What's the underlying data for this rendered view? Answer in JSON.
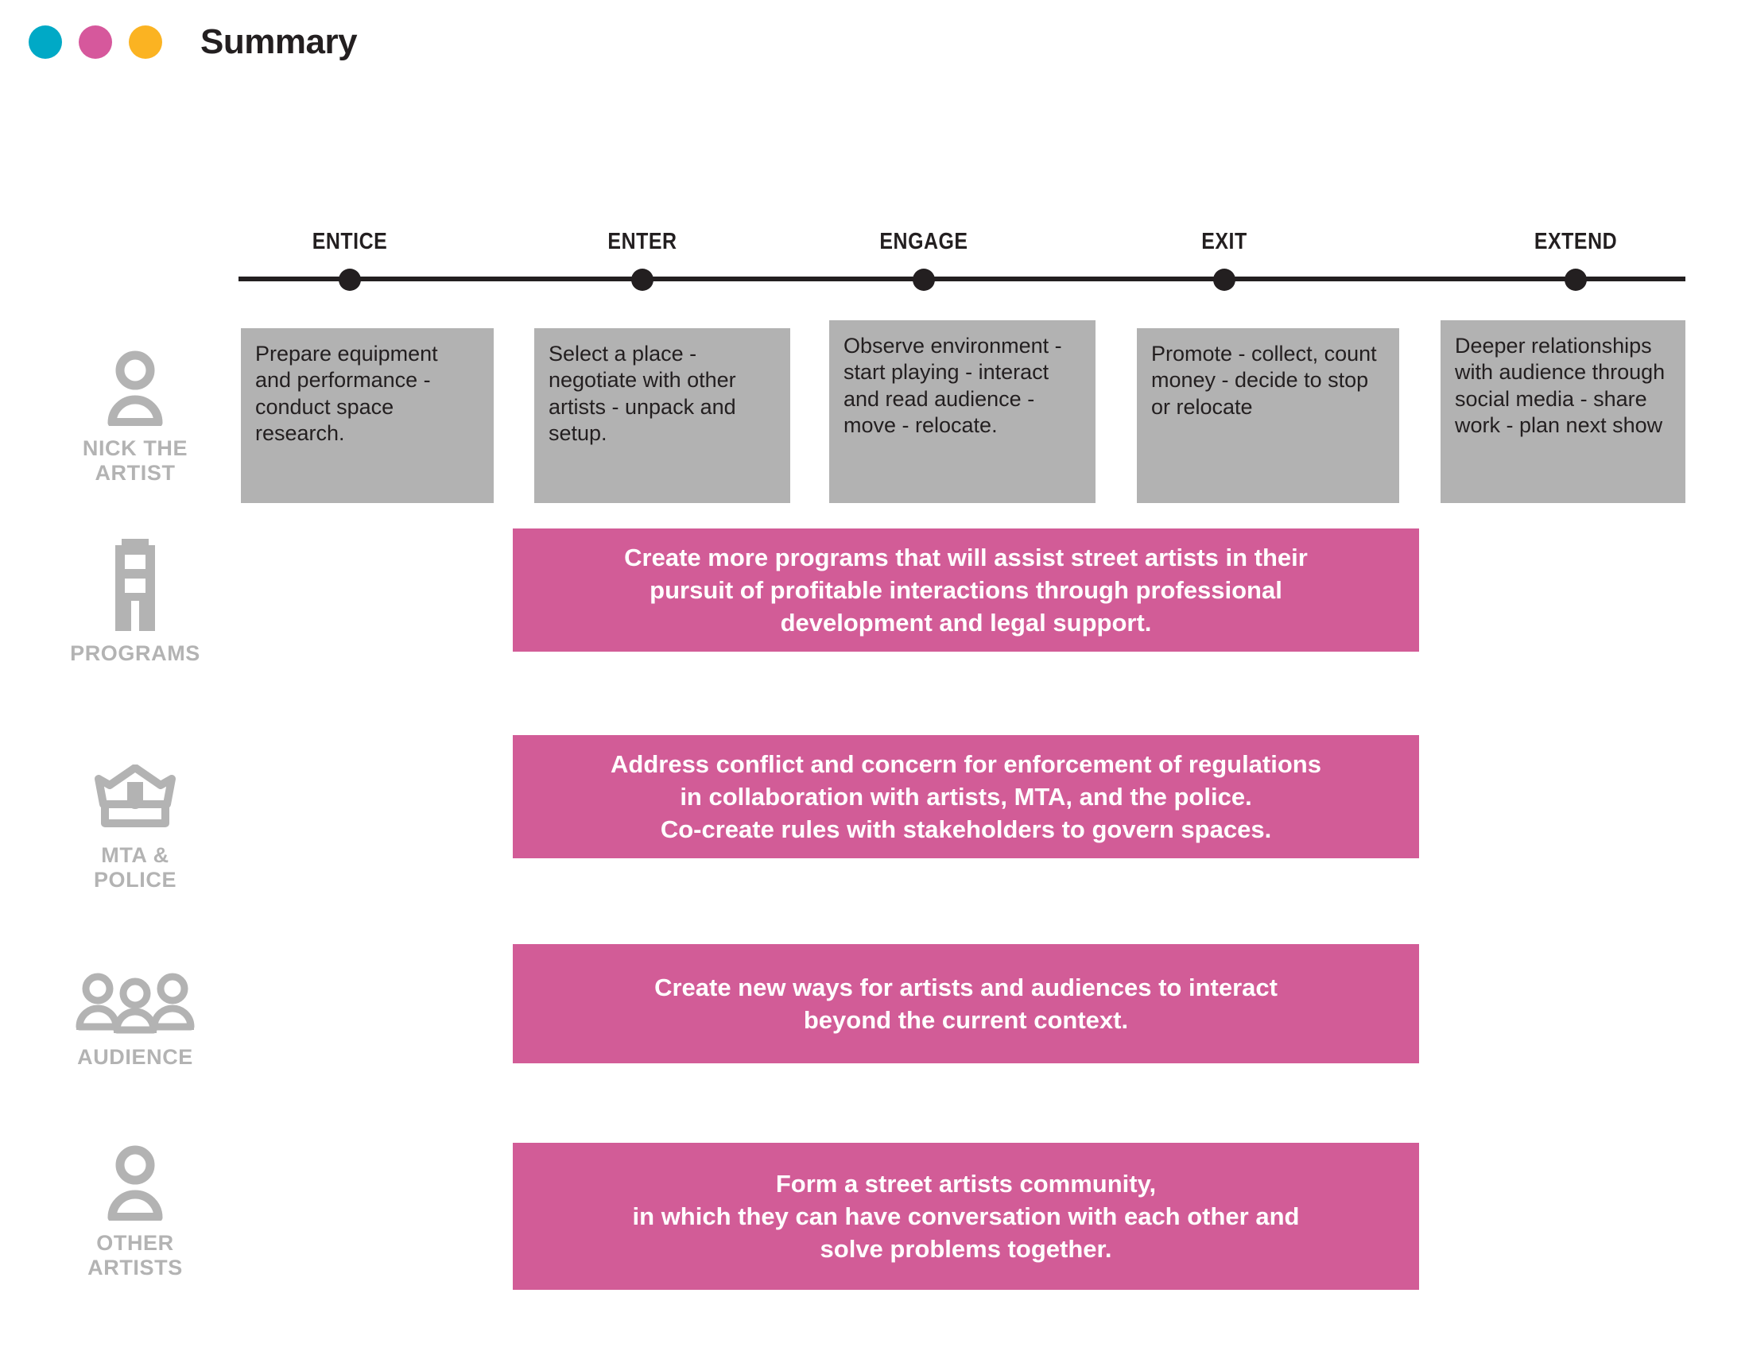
{
  "header": {
    "title": "Summary",
    "dots": [
      {
        "name": "dot-cyan",
        "color": "#00a9c6"
      },
      {
        "name": "dot-pink",
        "color": "#d6589c"
      },
      {
        "name": "dot-yellow",
        "color": "#fbb322"
      }
    ]
  },
  "timeline": {
    "stages": [
      {
        "label": "ENTICE"
      },
      {
        "label": "ENTER"
      },
      {
        "label": "ENGAGE"
      },
      {
        "label": "EXIT"
      },
      {
        "label": "EXTEND"
      }
    ]
  },
  "rows": [
    {
      "key": "nick-the-artist",
      "icon": "person-icon",
      "label_line1": "NICK THE",
      "label_line2": "ARTIST"
    },
    {
      "key": "programs",
      "icon": "building-icon",
      "label_line1": "PROGRAMS",
      "label_line2": ""
    },
    {
      "key": "mta-and-police",
      "icon": "police-cap-icon",
      "label_line1": "MTA &",
      "label_line2": "POLICE"
    },
    {
      "key": "audience",
      "icon": "people-group-icon",
      "label_line1": "AUDIENCE",
      "label_line2": ""
    },
    {
      "key": "other-artists",
      "icon": "person-icon",
      "label_line1": "OTHER",
      "label_line2": "ARTISTS"
    }
  ],
  "journey_cells": [
    {
      "stage": "ENTICE",
      "text": "Prepare equipment and performance - conduct space research."
    },
    {
      "stage": "ENTER",
      "text": " Select a place - negotiate with other artists - unpack and setup."
    },
    {
      "stage": "ENGAGE",
      "text": "Observe environment - start playing - interact and read audience - move - relocate."
    },
    {
      "stage": "EXIT",
      "text": "Promote - collect, count money - decide to stop or relocate"
    },
    {
      "stage": "EXTEND",
      "text": "Deeper relationships with audience through social media - share work - plan next show"
    }
  ],
  "recommendations": [
    {
      "row": "programs",
      "text": "Create more programs that will assist street artists in their\npursuit of profitable interactions through professional\ndevelopment and legal support."
    },
    {
      "row": "mta-and-police",
      "text": "Address conflict and concern for enforcement of regulations\nin collaboration with artists, MTA, and the police.\nCo-create rules with stakeholders to govern spaces."
    },
    {
      "row": "audience",
      "text": "Create new ways for artists and audiences to interact\nbeyond the current context."
    },
    {
      "row": "other-artists",
      "text": "Form a street artists community,\nin which they can have conversation with each other and\nsolve problems together."
    }
  ],
  "colors": {
    "pink_bar": "#d25c97",
    "gray_box": "#b2b2b2",
    "icon_gray": "#b3b3b3",
    "axis": "#231f20"
  }
}
